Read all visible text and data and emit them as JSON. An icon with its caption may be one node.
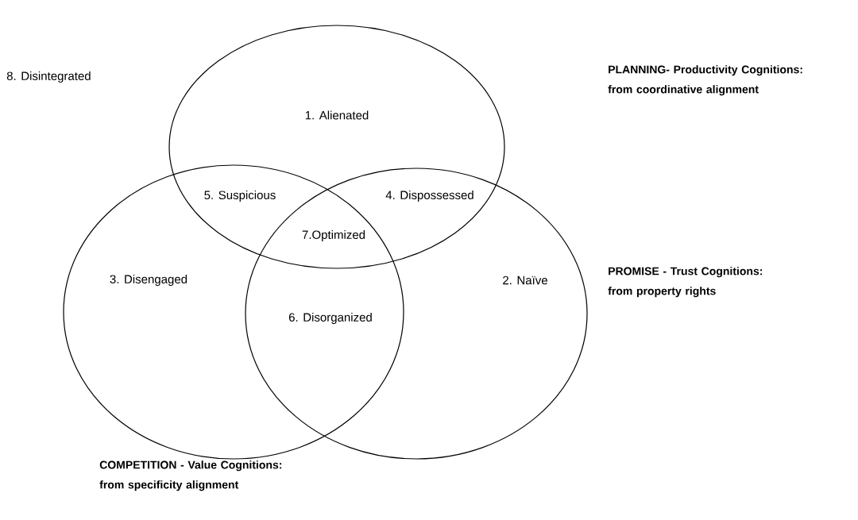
{
  "diagram": {
    "nodes": [
      {
        "text": [],
        "shape": "circle"
      },
      {
        "text": [],
        "shape": "circle"
      },
      {
        "text": [],
        "shape": "circle"
      }
    ],
    "labels": [
      "8. Disintegrated",
      "PLANNING- Productivity Cognitions: from coordinative alignment",
      "1. Alienated",
      "5. Suspicious",
      "4. Dispossessed",
      "7.Optimized",
      "3. Disengaged",
      "2. Naïve",
      "PROMISE - Trust Cognitions: from property rights",
      "6. Disorganized",
      "COMPETITION - Value Cognitions: from specificity alignment"
    ]
  }
}
